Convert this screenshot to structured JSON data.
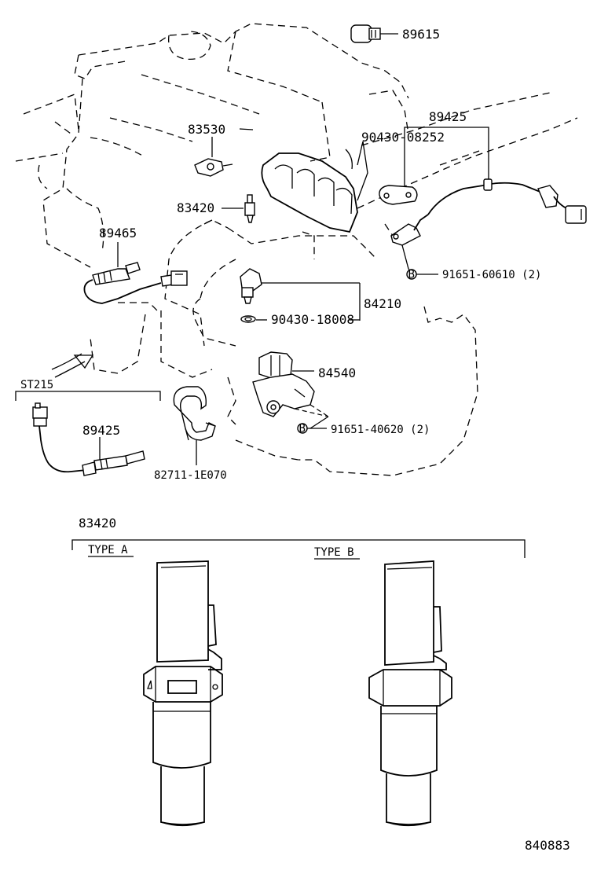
{
  "parts": {
    "p89615": "89615",
    "p89425_top": "89425",
    "p90430_08252": "90430-08252",
    "p83530": "83530",
    "p83420": "83420",
    "p89465": "89465",
    "p91651_60610": "91651-60610 (2)",
    "p84210": "84210",
    "p90430_18008": "90430-18008",
    "p84540": "84540",
    "p91651_40620": "91651-40620 (2)",
    "st215": "ST215",
    "p89425_st": "89425",
    "p82711": "82711-1E070"
  },
  "markers": {
    "b_marker": "B"
  },
  "detail": {
    "title": "83420",
    "type_a": "TYPE A",
    "type_b": "TYPE B"
  },
  "figure_number": "840883"
}
